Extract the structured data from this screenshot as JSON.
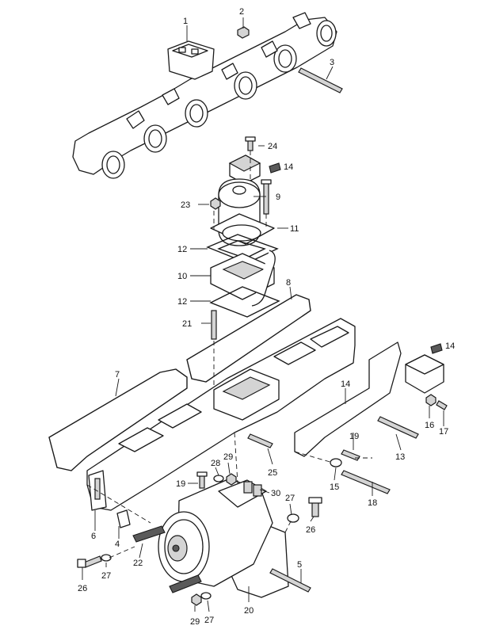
{
  "callouts": {
    "c1": "1",
    "c2": "2",
    "c3": "3",
    "c4": "4",
    "c5": "5",
    "c6": "6",
    "c7": "7",
    "c8": "8",
    "c9": "9",
    "c10": "10",
    "c11": "11",
    "c12a": "12",
    "c12b": "12",
    "c13": "13",
    "c14a": "14",
    "c14b": "14",
    "c14c": "14",
    "c15": "15",
    "c16": "16",
    "c17": "17",
    "c18": "18",
    "c19a": "19",
    "c19b": "19",
    "c20": "20",
    "c21": "21",
    "c22": "22",
    "c23": "23",
    "c24": "24",
    "c25": "25",
    "c26a": "26",
    "c26b": "26",
    "c27a": "27",
    "c27b": "27",
    "c27c": "27",
    "c28": "28",
    "c29a": "29",
    "c29b": "29",
    "c30": "30"
  },
  "icons": {
    "reference_marker": "pointing-hand-icon"
  }
}
